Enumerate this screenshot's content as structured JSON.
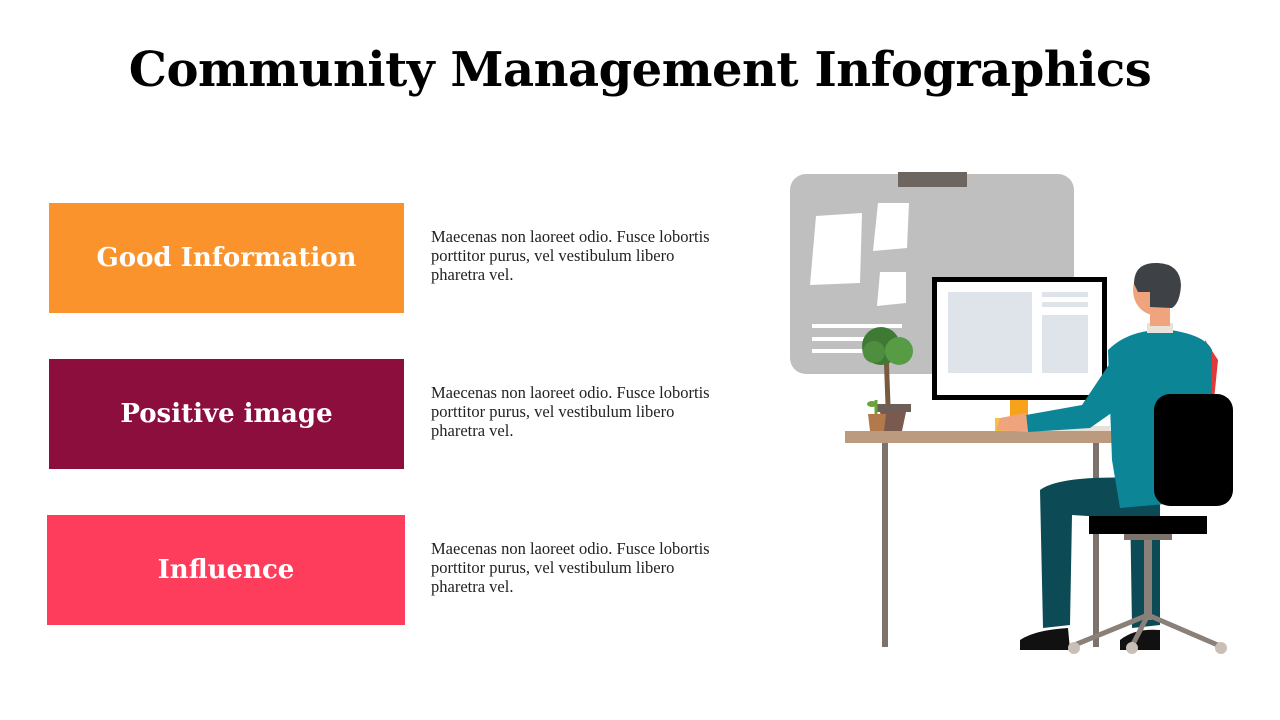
{
  "slide": {
    "title": "Community Management Infographics"
  },
  "items": [
    {
      "label": "Good Information",
      "color": "#fb932d",
      "description": "Maecenas non laoreet odio. Fusce lobortis porttitor purus, vel vestibulum libero pharetra vel."
    },
    {
      "label": "Positive image",
      "color": "#8b0e3d",
      "description": "Maecenas non laoreet odio. Fusce lobortis porttitor purus, vel vestibulum libero pharetra vel."
    },
    {
      "label": "Influence",
      "color": "#fd3d5b",
      "description": "Maecenas non laoreet odio. Fusce lobortis porttitor purus, vel vestibulum libero pharetra vel."
    }
  ],
  "illustration": {
    "icons": [
      "whiteboard-icon",
      "sticky-note-icon",
      "potted-plant-icon",
      "computer-monitor-icon",
      "desk-icon",
      "person-icon",
      "office-chair-icon"
    ],
    "colors": {
      "board": "#bfbfbf",
      "desk": "#bb9a7e",
      "shirt": "#0c8597",
      "trousers": "#0c4a55",
      "chair": "#000000"
    }
  }
}
